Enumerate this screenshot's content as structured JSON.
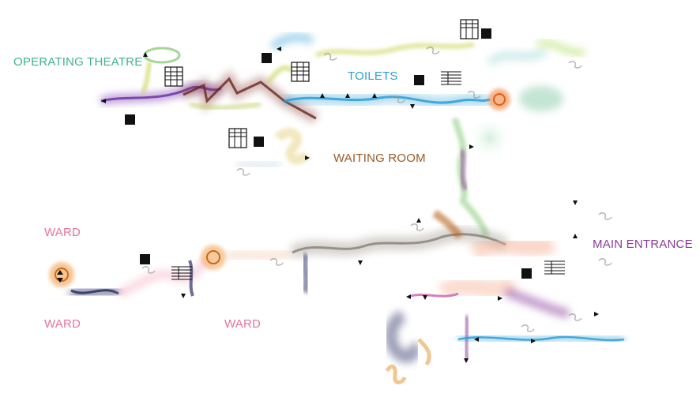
{
  "labels": {
    "operating_theatre": "OPERATING THEATRE",
    "toilets": "TOILETS",
    "waiting_room": "WAITING ROOM",
    "ward_top": "WARD",
    "ward_bottom_left": "WARD",
    "ward_bottom_mid": "WARD",
    "main_entrance": "MAIN ENTRANCE"
  },
  "colors": {
    "operating_theatre": "#3db38e",
    "toilets": "#2a9fd6",
    "waiting_room": "#9a5a26",
    "ward": "#e8739a",
    "main_entrance": "#8a3a9a",
    "trail_purple": "#7a3cb0",
    "trail_brown": "#7a2e28",
    "trail_blue": "#2a9fd6",
    "trail_green": "#7cc66a",
    "trail_yellow": "#c8d24a",
    "trail_orange": "#f07a2a",
    "trail_navy": "#3a3f72",
    "trail_peach": "#f4a98a",
    "trail_grey": "#9a9388",
    "trail_magenta": "#c04aa8"
  },
  "icons": [
    "stairs-up-icon",
    "stairs-down-icon",
    "elevator-icon",
    "marker-square-icon",
    "direction-arrow-icon"
  ]
}
